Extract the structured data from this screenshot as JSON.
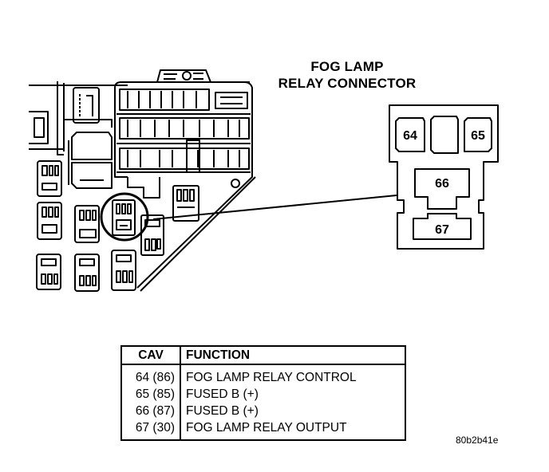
{
  "diagram": {
    "title_line1": "FOG LAMP",
    "title_line2": "RELAY CONNECTOR",
    "connector": {
      "cavities": [
        {
          "id": "64",
          "label": "64"
        },
        {
          "id": "blank",
          "label": ""
        },
        {
          "id": "65",
          "label": "65"
        },
        {
          "id": "66",
          "label": "66"
        },
        {
          "id": "67",
          "label": "67"
        }
      ]
    },
    "fuse_box": {
      "highlighted": "fog lamp relay (circled)"
    },
    "table": {
      "headers": [
        "CAV",
        "FUNCTION"
      ],
      "rows": [
        {
          "cav": "64 (86)",
          "function": "FOG LAMP RELAY CONTROL"
        },
        {
          "cav": "65 (85)",
          "function": "FUSED B (+)"
        },
        {
          "cav": "66 (87)",
          "function": "FUSED B (+)"
        },
        {
          "cav": "67 (30)",
          "function": "FOG LAMP RELAY OUTPUT"
        }
      ]
    },
    "image_code": "80b2b41e"
  }
}
